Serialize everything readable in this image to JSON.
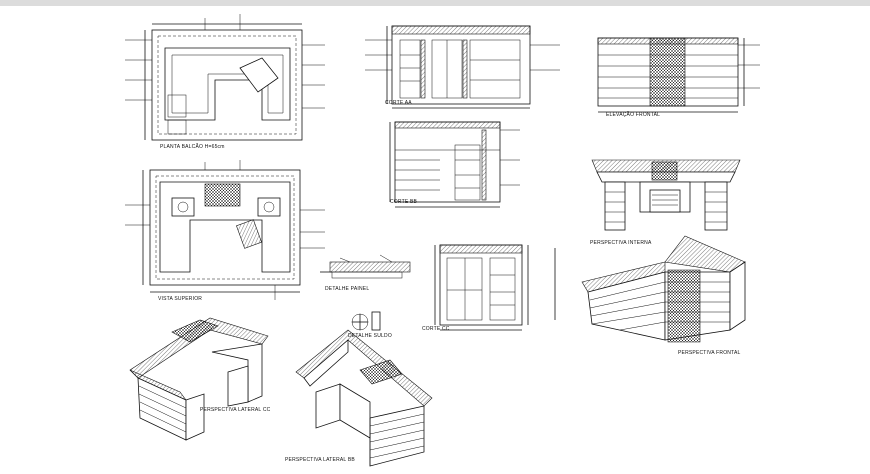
{
  "labels": {
    "planta": "PLANTA BALCÃO H=65cm",
    "vista": "VISTA SUPERIOR",
    "corte_aa": "CORTE AA",
    "corte_bb": "CORTE BB",
    "corte_cc": "CORTE CC",
    "elevacao": "ELEVAÇÃO FRONTAL",
    "detalhe_painel": "DETALHE PAINEL",
    "detalhe_suldo": "DETALHE SULDO",
    "persp_interna": "PERSPECTIVA INTERNA",
    "persp_frontal": "PERSPECTIVA FRONTAL",
    "persp_lat_cc": "PERSPECTIVA LATERAL CC",
    "persp_lat_bb": "PERSPECTIVA LATERAL BB"
  }
}
